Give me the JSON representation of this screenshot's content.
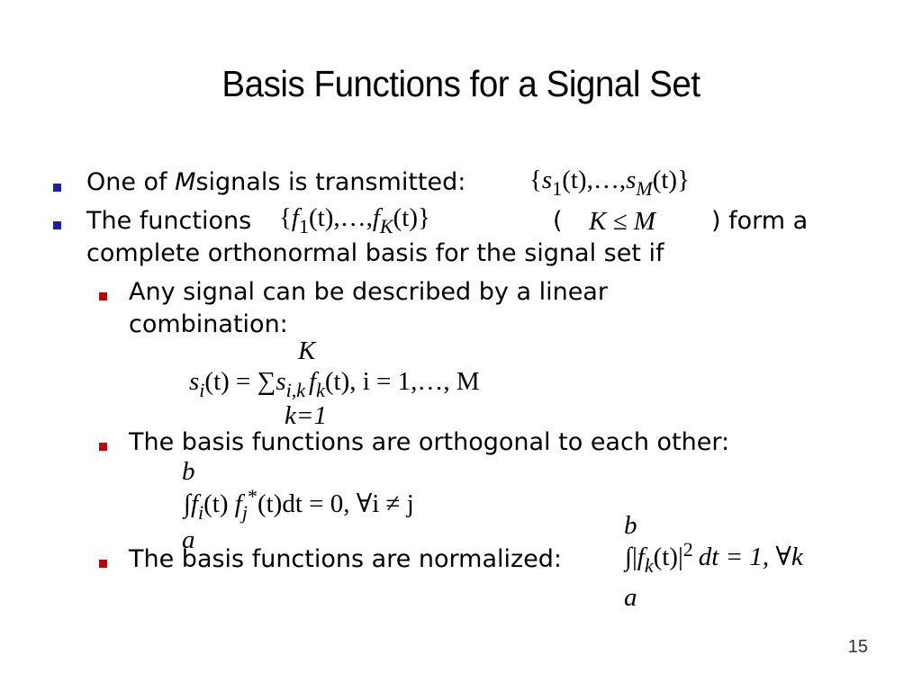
{
  "slide": {
    "title": "Basis Functions for a Signal Set",
    "bullets": [
      {
        "text_a": "One of ",
        "var_m": "M",
        "text_b": "signals is transmitted:",
        "math": {
          "open": "{",
          "s": "s",
          "sub1": "1",
          "mid": "(t),…,",
          "s2": "s",
          "subM": "M",
          "close": "(t)}"
        }
      },
      {
        "text_a": "The functions",
        "math": {
          "open": "{",
          "f": "f",
          "sub1": "1",
          "mid": "(t),…,",
          "f2": "f",
          "subK": "K",
          "close": "(t)}"
        },
        "paren_open": "(",
        "cond": "K ≤ M",
        "text_b": ") form a",
        "line2": "complete orthonormal basis for the signal set if"
      }
    ],
    "sub_bullets": [
      {
        "line1": "Any signal can be described by a linear",
        "line2": "combination:",
        "eq": {
          "upper": "K",
          "lower": "k=1",
          "lhs_s": "s",
          "lhs_i": "i",
          "lhs_rest": "(t) = ",
          "sum": "∑",
          "s": "s",
          "sub_ik": "i,k",
          "f": "f",
          "sub_k": "k",
          "rest": "(t), i = 1,…, M"
        }
      },
      {
        "line1": "The basis functions are orthogonal to each other:",
        "eq": {
          "upper": "b",
          "lower": "a",
          "integral": "∫",
          "f1": "f",
          "sub_i": "i",
          "mid1": "(t) ",
          "f2": "f",
          "sub_j": "j",
          "sup_star": "*",
          "rest": "(t)dt = 0, ∀i ≠ j"
        }
      },
      {
        "line1": "The basis functions are normalized:",
        "eq": {
          "upper": "b",
          "lower": "a",
          "integral": "∫",
          "bar_open": "|",
          "f": "f",
          "sub_k": "k",
          "arg": "(t)",
          "bar_close": "|",
          "sup2": "2",
          "rest": "dt = 1, ∀k"
        }
      }
    ],
    "page_number": "15"
  }
}
